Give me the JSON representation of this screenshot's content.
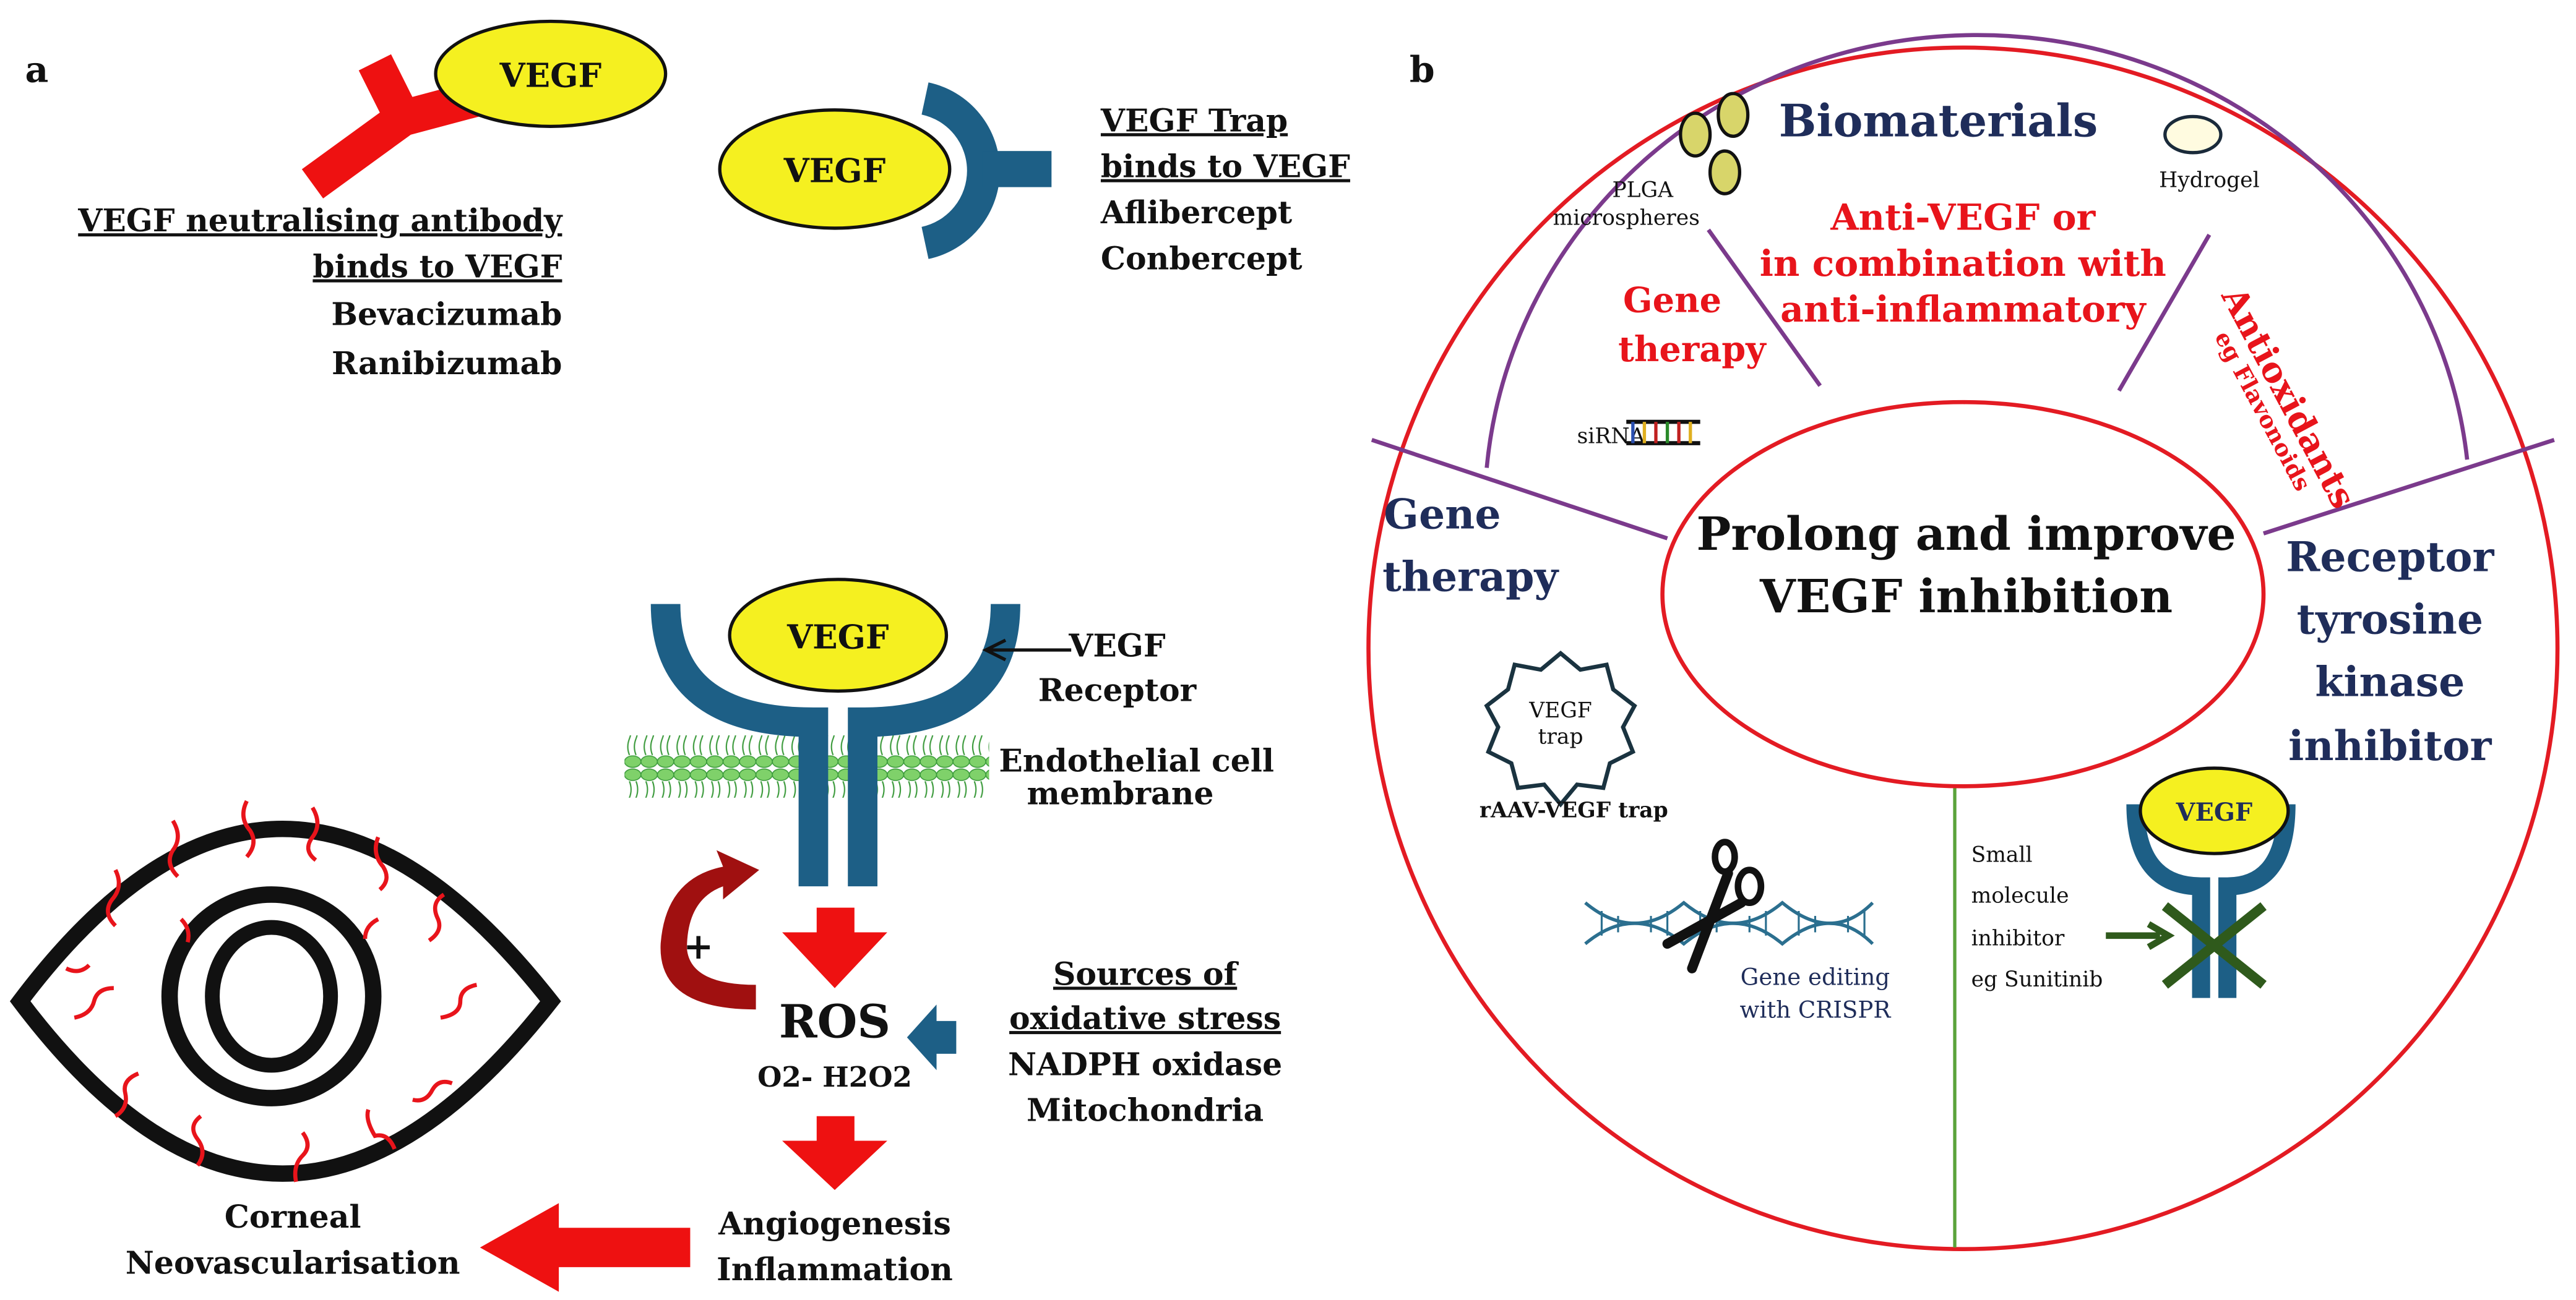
{
  "panel_a": {
    "label": "a",
    "antibody": {
      "vegf": "VEGF",
      "lines": [
        "VEGF neutralising antibody",
        "binds to VEGF",
        "Bevacizumab",
        "Ranibizumab"
      ]
    },
    "trap": {
      "vegf": "VEGF",
      "lines": [
        "VEGF Trap",
        "binds to VEGF",
        "Aflibercept",
        "Conbercept"
      ]
    },
    "receptor": {
      "vegf": "VEGF",
      "receptor_label": [
        "VEGF",
        "Receptor"
      ],
      "membrane_label": [
        "Endothelial cell",
        "membrane"
      ]
    },
    "feedback_sign": "+",
    "ros": {
      "title": "ROS",
      "species": "O2- H2O2"
    },
    "sources": {
      "lines": [
        "Sources of",
        "oxidative stress",
        "NADPH oxidase",
        "Mitochondria"
      ]
    },
    "outcome": [
      "Angiogenesis",
      "Inflammation"
    ],
    "eye_label": [
      "Corneal",
      "Neovascularisation"
    ]
  },
  "panel_b": {
    "label": "b",
    "biomaterials": "Biomaterials",
    "plga": [
      "PLGA",
      "microspheres"
    ],
    "hydrogel": "Hydrogel",
    "anti_vegf": [
      "Anti-VEGF or",
      "in combination with",
      "anti-inflammatory"
    ],
    "gene_therapy_inner": [
      "Gene",
      "therapy"
    ],
    "antioxidants": "Antioxidants",
    "flavonoids": "eg Flavonoids",
    "sirna": "siRNA",
    "gene_therapy_outer": [
      "Gene",
      "therapy"
    ],
    "center": [
      "Prolong and improve",
      "VEGF inhibition"
    ],
    "rtk": [
      "Receptor",
      "tyrosine",
      "kinase",
      "inhibitor"
    ],
    "vegf_trap_badge": [
      "VEGF",
      "trap"
    ],
    "raav": "rAAV-VEGF trap",
    "crispr": [
      "Gene editing",
      "with CRISPR"
    ],
    "small_molecule": [
      "Small",
      "molecule",
      "inhibitor",
      "eg Sunitinib"
    ],
    "rtk_vegf": "VEGF"
  },
  "colors": {
    "vegf_yellow": "#f5f020",
    "receptor_blue": "#1d5f86",
    "arrow_red": "#ee1111",
    "feedback_darkred": "#a01010",
    "navy_text": "#1f2d5a",
    "ring_red": "#e31b23",
    "ring_purple": "#7b3a8c",
    "divider_green": "#5aa33a",
    "inhibit_green": "#2f5a1c"
  }
}
